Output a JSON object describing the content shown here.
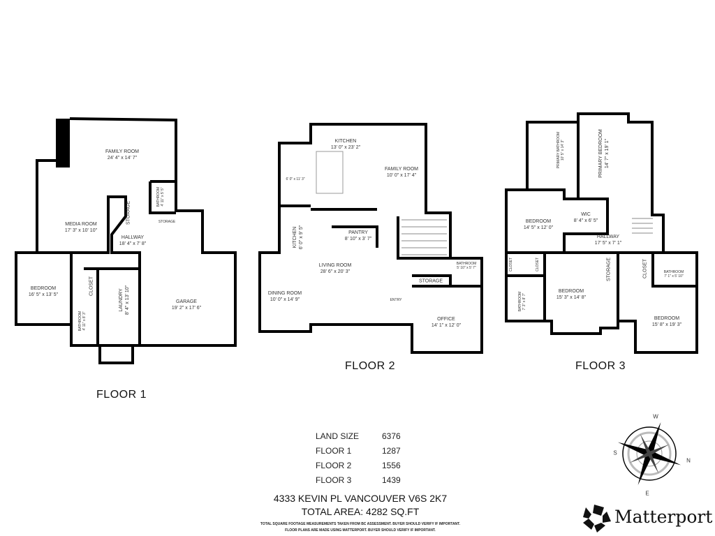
{
  "floors": [
    {
      "title": "FLOOR 1",
      "rooms": [
        {
          "name": "FAMILY ROOM",
          "dims": "24' 4\" x 14' 7\""
        },
        {
          "name": "MEDIA ROOM",
          "dims": "17' 3\" x 10' 10\""
        },
        {
          "name": "HALLWAY",
          "dims": "18' 4\" x 7' 8\""
        },
        {
          "name": "STORAGE",
          "dims": ""
        },
        {
          "name": "STORAGE",
          "dims": ""
        },
        {
          "name": "BATHROOM",
          "dims": "4' 11\" x 5' 5\""
        },
        {
          "name": "BEDROOM",
          "dims": "16' 5\" x 13' 5\""
        },
        {
          "name": "CLOSET",
          "dims": ""
        },
        {
          "name": "LAUNDRY",
          "dims": "8' 4\" x 13' 10\""
        },
        {
          "name": "BATHROOM",
          "dims": "4' 11\" x 8' 3\""
        },
        {
          "name": "GARAGE",
          "dims": "19' 2\" x 17' 6\""
        }
      ]
    },
    {
      "title": "FLOOR 2",
      "rooms": [
        {
          "name": "KITCHEN",
          "dims": "13' 0\" x 23' 2\""
        },
        {
          "name": "",
          "dims": "6' 0\" x 11' 3\""
        },
        {
          "name": "FAMILY ROOM",
          "dims": "10' 0\" x 17' 4\""
        },
        {
          "name": "KITCHEN",
          "dims": "6' 0\" x 9' 5\""
        },
        {
          "name": "PANTRY",
          "dims": "8' 10\" x 3' 7\""
        },
        {
          "name": "LIVING ROOM",
          "dims": "28' 6\" x 20' 3\""
        },
        {
          "name": "DINING ROOM",
          "dims": "10' 0\" x 14' 9\""
        },
        {
          "name": "ENTRY",
          "dims": ""
        },
        {
          "name": "BATHROOM",
          "dims": "5' 10\" x 5' 7\""
        },
        {
          "name": "STORAGE",
          "dims": ""
        },
        {
          "name": "OFFICE",
          "dims": "14' 1\" x 12' 0\""
        }
      ]
    },
    {
      "title": "FLOOR 3",
      "rooms": [
        {
          "name": "PRIMARY BATHROOM",
          "dims": "10' 5\" x 14' 3\""
        },
        {
          "name": "PRIMARY BEDROOM",
          "dims": "14' 7\" x 19' 1\""
        },
        {
          "name": "BEDROOM",
          "dims": "14' 5\" x 12' 0\""
        },
        {
          "name": "WIC",
          "dims": "8' 4\" x 6' 5\""
        },
        {
          "name": "HALLWAY",
          "dims": "17' 5\" x 7' 1\""
        },
        {
          "name": "CLOSET",
          "dims": ""
        },
        {
          "name": "CLOSET",
          "dims": ""
        },
        {
          "name": "BEDROOM",
          "dims": "15' 3\" x 14' 8\""
        },
        {
          "name": "STORAGE",
          "dims": ""
        },
        {
          "name": "CLOSET",
          "dims": ""
        },
        {
          "name": "BATHROOM",
          "dims": "7' 1\" x 5' 10\""
        },
        {
          "name": "BATHROOM",
          "dims": "7' 3\" x 8' 7\""
        },
        {
          "name": "BEDROOM",
          "dims": "15' 8\" x 19' 3\""
        }
      ]
    }
  ],
  "summary": {
    "rows": [
      {
        "label": "LAND SIZE",
        "value": "6376"
      },
      {
        "label": "FLOOR 1",
        "value": "1287"
      },
      {
        "label": "FLOOR 2",
        "value": "1556"
      },
      {
        "label": "FLOOR 3",
        "value": "1439"
      }
    ],
    "address": "4333 KEVIN PL VANCOUVER V6S 2K7",
    "total_area": "TOTAL AREA: 4282 SQ.FT",
    "disclaimer_1": "TOTAL SQUARE FOOTAGE MEASUREMENTS TAKEN FROM BC ASSESSMENT. BUYER SHOULD VERIFY IF IMPORTANT.",
    "disclaimer_2": "FLOOR PLANS ARE MADE USING MATTERPORT. BUYER SHOULD VERIFY IF IMPORTANT."
  },
  "compass": {
    "icon": "compass-rose-icon",
    "n": "N",
    "s": "S",
    "e": "E",
    "w": "W"
  },
  "brand": {
    "name": "Matterport",
    "icon": "matterport-logo-icon"
  }
}
